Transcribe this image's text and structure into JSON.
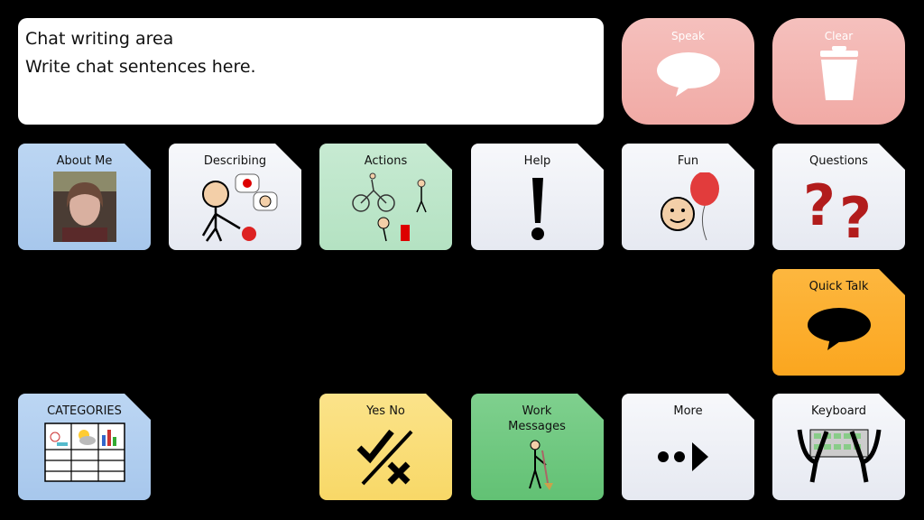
{
  "chat": {
    "title": "Chat writing area",
    "placeholder": "Write chat sentences here."
  },
  "actions": {
    "speak": "Speak",
    "clear": "Clear"
  },
  "tiles": {
    "about_me": "About Me",
    "describing": "Describing",
    "actions": "Actions",
    "help": "Help",
    "fun": "Fun",
    "questions": "Questions",
    "quick_talk": "Quick Talk",
    "categories": "CATEGORIES",
    "yes_no": "Yes No",
    "work_messages": "Work Messages",
    "more": "More",
    "keyboard": "Keyboard"
  },
  "colors": {
    "speak": "#f3b4b0",
    "blue": "#a7c7ec",
    "green": "#b4e2c2",
    "orange": "#fba61f",
    "yellow": "#f8d867",
    "work": "#62c174"
  }
}
